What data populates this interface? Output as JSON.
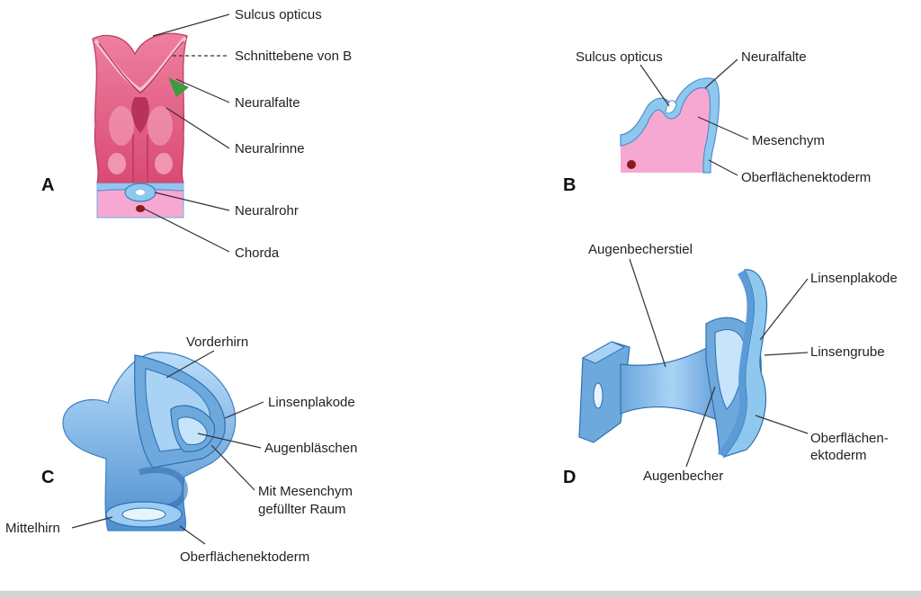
{
  "figure": {
    "panels": {
      "a": {
        "letter": "A",
        "labels": [
          "Sulcus opticus",
          "Schnittebene von B",
          "Neuralfalte",
          "Neuralrinne",
          "Neuralrohr",
          "Chorda"
        ]
      },
      "b": {
        "letter": "B",
        "labels": [
          "Sulcus opticus",
          "Neuralfalte",
          "Mesenchym",
          "Oberflächenektoderm"
        ]
      },
      "c": {
        "letter": "C",
        "labels": [
          "Vorderhirn",
          "Linsenplakode",
          "Augenbläschen",
          "Mit Mesenchym",
          "gefüllter Raum",
          "Mittelhirn",
          "Oberflächenektoderm"
        ]
      },
      "d": {
        "letter": "D",
        "labels": [
          "Augenbecherstiel",
          "Linsenplakode",
          "Linsengrube",
          "Oberflächen-",
          "ektoderm",
          "Augenbecher"
        ]
      }
    },
    "colors": {
      "neural_pink": "#e0507a",
      "neural_light": "#f2a3bb",
      "mesenchym_pink": "#f7a8d2",
      "ectoderm_blue": "#8ec8ee",
      "deep_blue": "#5b9bd8",
      "chorda_red": "#8a1a1a",
      "arrow_green": "#3d9a3d"
    }
  }
}
